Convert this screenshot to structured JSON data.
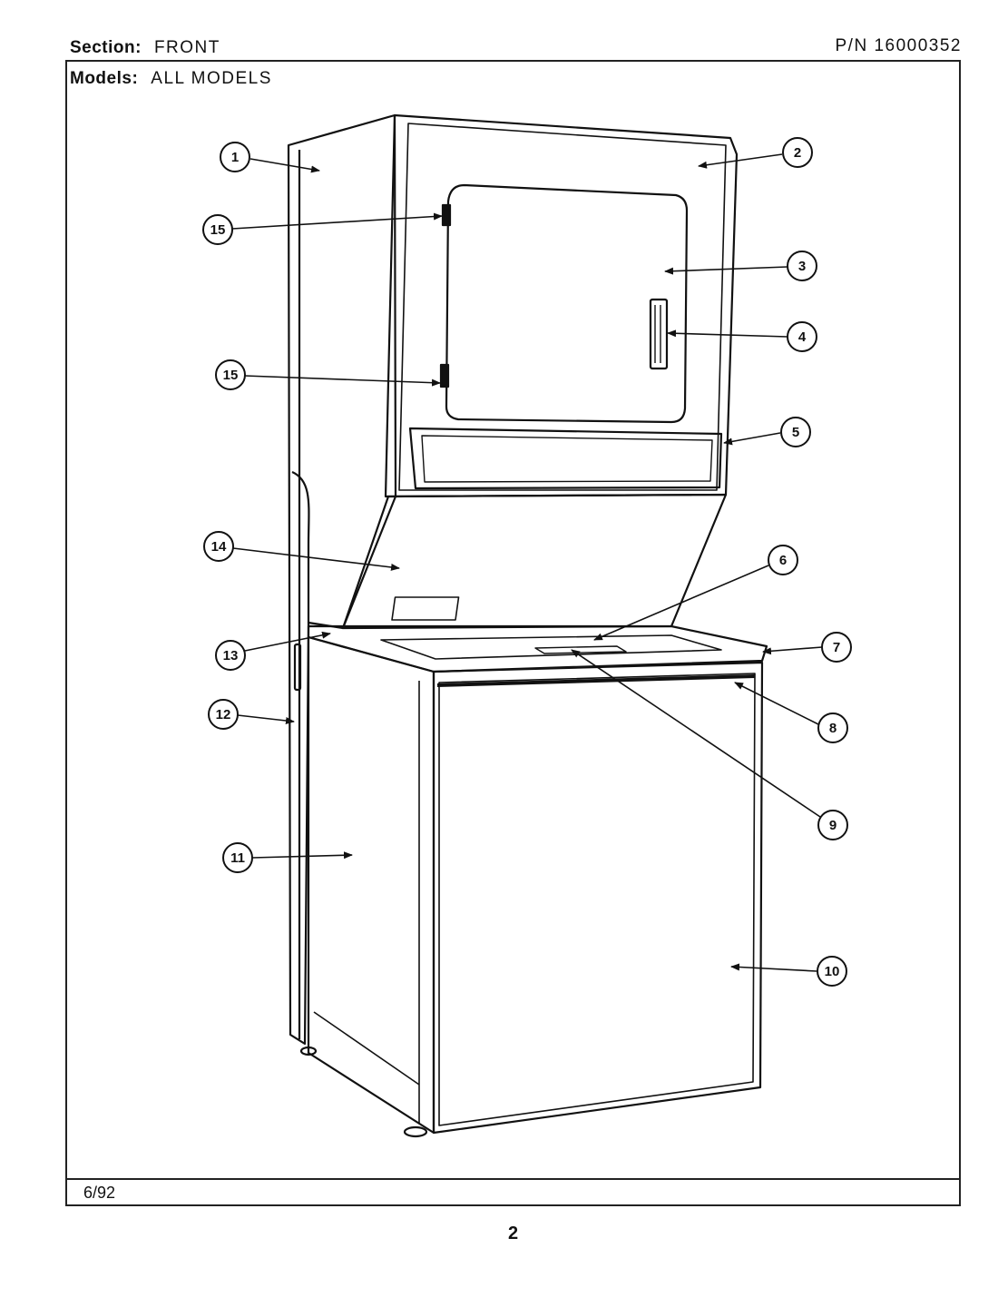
{
  "header": {
    "section_label": "Section:",
    "section_value": "FRONT",
    "part_number": "P/N 16000352",
    "models_label": "Models:",
    "models_value": "ALL MODELS"
  },
  "footer": {
    "date": "6/92",
    "page": "2"
  },
  "callouts": [
    "1",
    "2",
    "3",
    "4",
    "5",
    "6",
    "7",
    "8",
    "9",
    "10",
    "11",
    "12",
    "13",
    "14",
    "15",
    "15"
  ]
}
